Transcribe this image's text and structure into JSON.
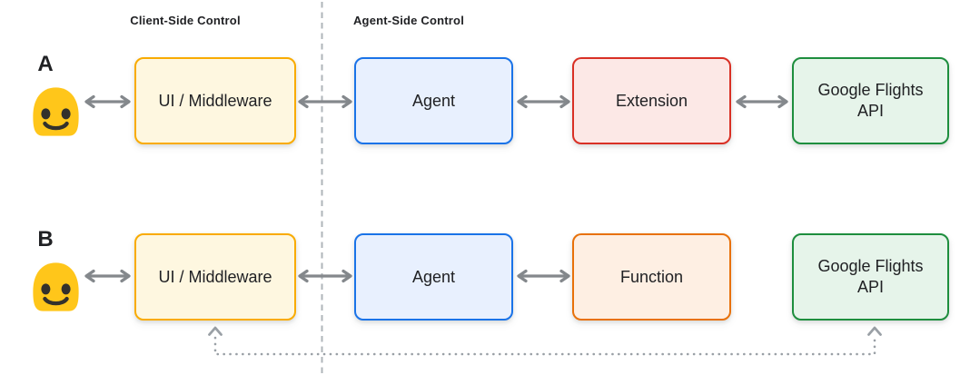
{
  "diagram": {
    "zone_labels": {
      "client": "Client-Side Control",
      "agent": "Agent-Side Control"
    },
    "rows": [
      {
        "id": "A",
        "user_label": "A",
        "user_icon": "blob-smiley-emoji",
        "boxes": [
          {
            "label": "UI / Middleware",
            "color": "yellow"
          },
          {
            "label": "Agent",
            "color": "blue"
          },
          {
            "label": "Extension",
            "color": "red"
          },
          {
            "label": "Google Flights API",
            "color": "green"
          }
        ],
        "connections": [
          "User <-> UI / Middleware",
          "UI / Middleware <-> Agent",
          "Agent <-> Extension",
          "Extension <-> Google Flights API"
        ]
      },
      {
        "id": "B",
        "user_label": "B",
        "user_icon": "blob-smiley-emoji",
        "boxes": [
          {
            "label": "UI / Middleware",
            "color": "yellow"
          },
          {
            "label": "Agent",
            "color": "blue"
          },
          {
            "label": "Function",
            "color": "orange"
          },
          {
            "label": "Google Flights API",
            "color": "green"
          }
        ],
        "connections": [
          "User <-> UI / Middleware",
          "UI / Middleware <-> Agent",
          "Agent <-> Function",
          "Google Flights API <..> UI / Middleware (dotted feedback loop)"
        ]
      }
    ],
    "palette": {
      "yellow_border": "#F9AB00",
      "yellow_fill": "#FEF7E0",
      "blue_border": "#1A73E8",
      "blue_fill": "#E8F0FE",
      "red_border": "#D93025",
      "red_fill": "#FCE8E6",
      "green_border": "#1E8E3E",
      "green_fill": "#E6F4EA",
      "orange_border": "#E8710A",
      "orange_fill": "#FEEFE3",
      "arrow": "#84888C",
      "dotted": "#9AA0A6",
      "divider": "#AFB4B9",
      "text": "#202124",
      "emoji_body": "#FFC61A",
      "emoji_features": "#33312C"
    }
  }
}
